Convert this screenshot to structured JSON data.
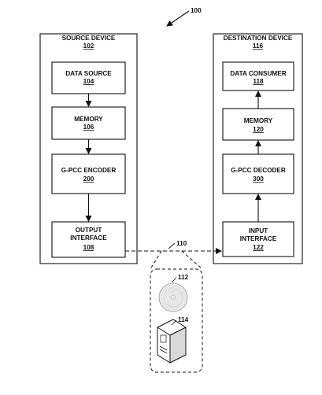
{
  "figure": {
    "ref": "100",
    "source_device": {
      "title": "SOURCE DEVICE",
      "ref": "102",
      "blocks": [
        {
          "label": "DATA SOURCE",
          "ref": "104"
        },
        {
          "label": "MEMORY",
          "ref": "106"
        },
        {
          "label": "G-PCC ENCODER",
          "ref": "200"
        },
        {
          "label_line1": "OUTPUT",
          "label_line2": "INTERFACE",
          "ref": "108"
        }
      ]
    },
    "destination_device": {
      "title": "DESTINATION DEVICE",
      "ref": "116",
      "blocks": [
        {
          "label": "DATA CONSUMER",
          "ref": "118"
        },
        {
          "label": "MEMORY",
          "ref": "120"
        },
        {
          "label": "G-PCC DECODER",
          "ref": "300"
        },
        {
          "label_line1": "INPUT",
          "label_line2": "INTERFACE",
          "ref": "122"
        }
      ]
    },
    "channel": {
      "ref": "110",
      "storage_media_ref": "112",
      "file_server_ref": "114"
    }
  }
}
